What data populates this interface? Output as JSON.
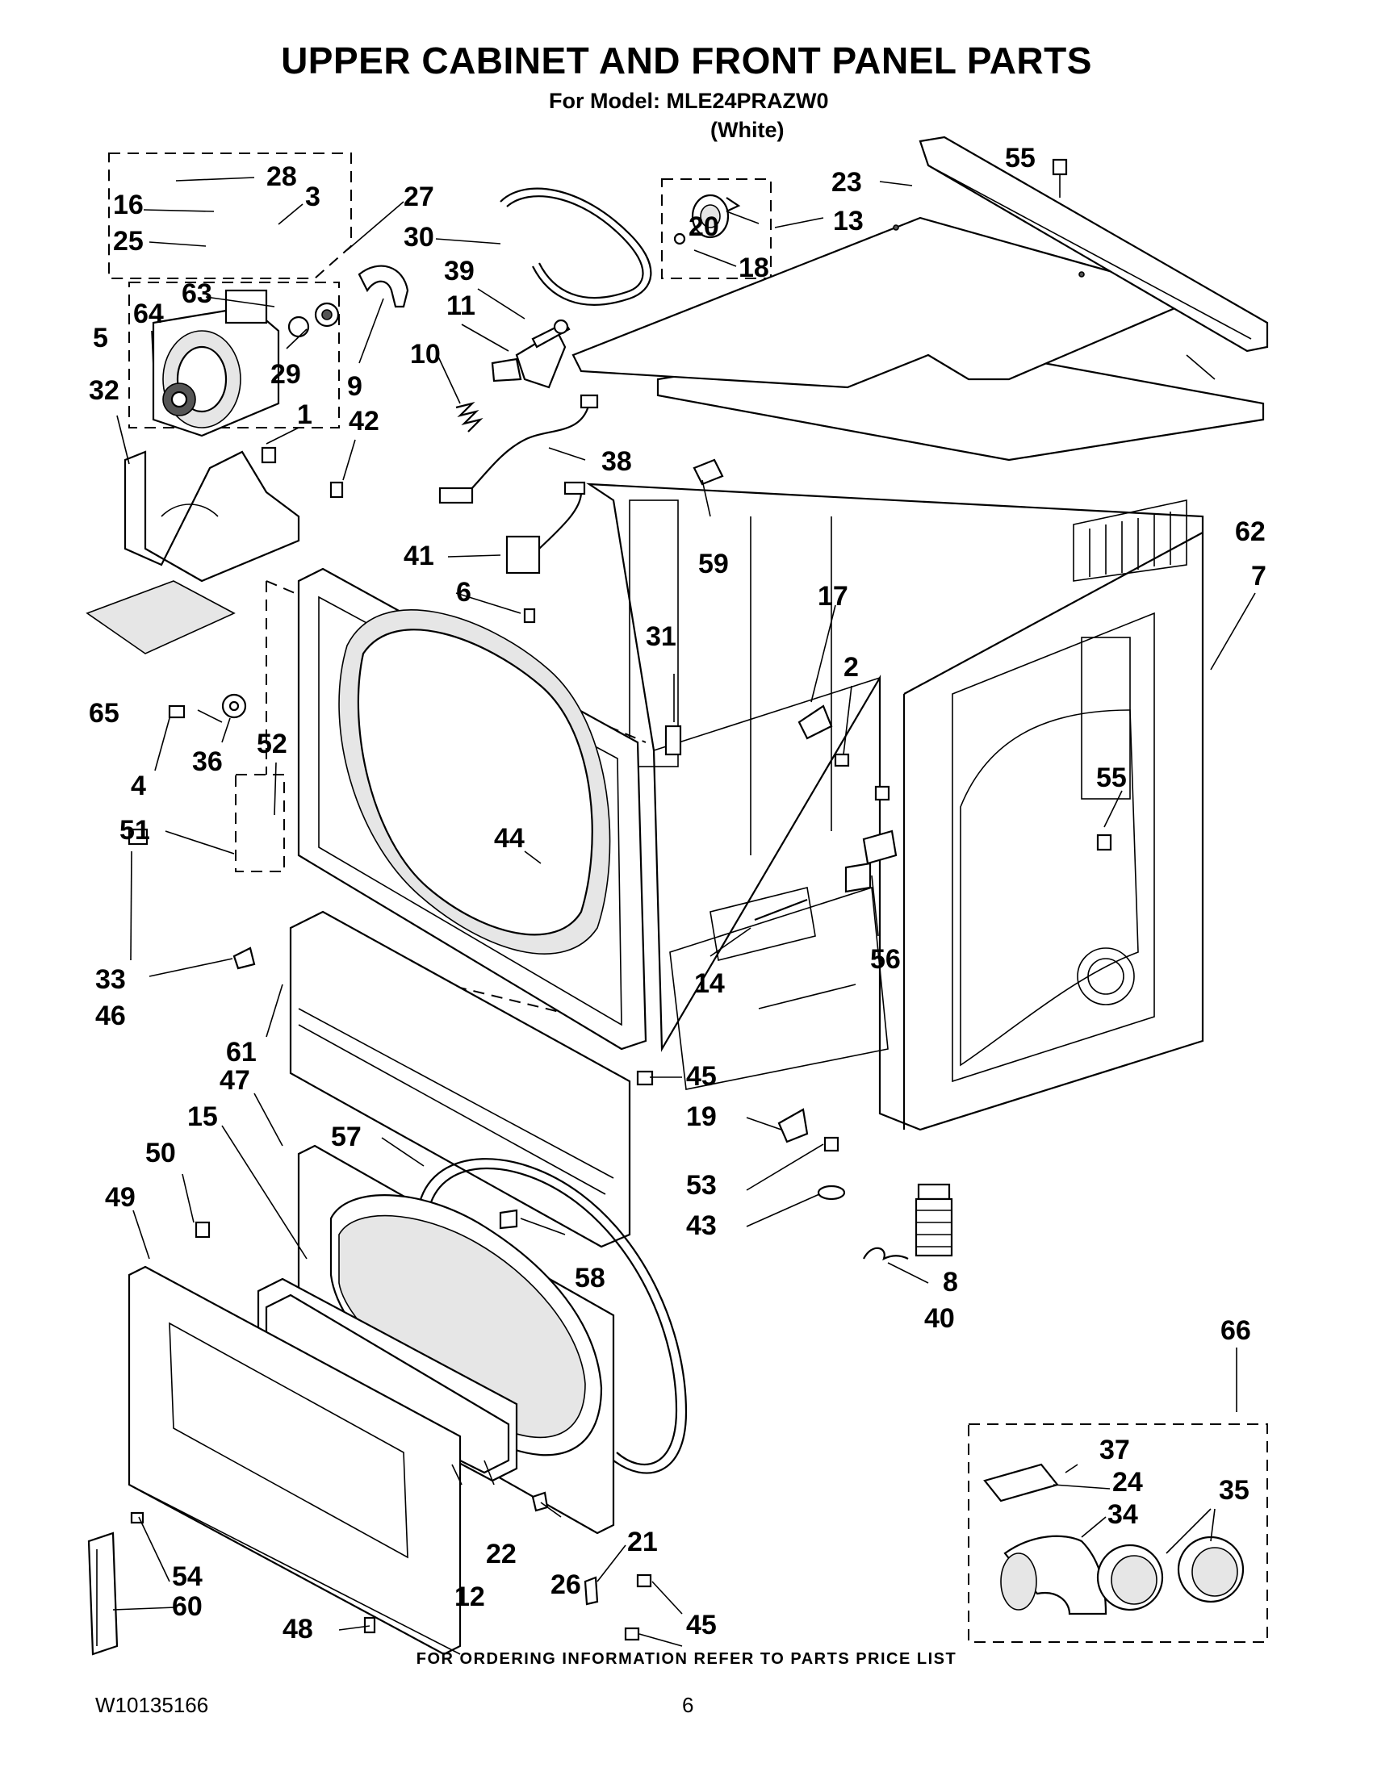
{
  "header": {
    "title": "UPPER CABINET AND FRONT PANEL PARTS",
    "subtitle": "For Model: MLE24PRAZW0",
    "variant": "(White)"
  },
  "callouts": {
    "c1": "1",
    "c2": "2",
    "c3": "3",
    "c4": "4",
    "c5": "5",
    "c6": "6",
    "c7": "7",
    "c8": "8",
    "c9": "9",
    "c10": "10",
    "c11": "11",
    "c12": "12",
    "c13": "13",
    "c14": "14",
    "c15": "15",
    "c16": "16",
    "c17": "17",
    "c18": "18",
    "c19": "19",
    "c20": "20",
    "c21": "21",
    "c22": "22",
    "c23": "23",
    "c24": "24",
    "c25": "25",
    "c26": "26",
    "c27": "27",
    "c28": "28",
    "c29": "29",
    "c30": "30",
    "c31": "31",
    "c32": "32",
    "c33": "33",
    "c34": "34",
    "c35": "35",
    "c36": "36",
    "c37": "37",
    "c38": "38",
    "c39": "39",
    "c40": "40",
    "c41": "41",
    "c42": "42",
    "c43": "43",
    "c44": "44",
    "c45a": "45",
    "c45b": "45",
    "c46": "46",
    "c47": "47",
    "c48": "48",
    "c49": "49",
    "c50": "50",
    "c51": "51",
    "c52": "52",
    "c53": "53",
    "c54": "54",
    "c55a": "55",
    "c55b": "55",
    "c56": "56",
    "c57": "57",
    "c58": "58",
    "c59": "59",
    "c60": "60",
    "c61": "61",
    "c62": "62",
    "c63": "63",
    "c64": "64",
    "c65": "65",
    "c66": "66"
  },
  "footer": {
    "ordering_note": "FOR ORDERING INFORMATION REFER TO PARTS PRICE LIST",
    "document_number": "W10135166",
    "page_number": "6"
  }
}
